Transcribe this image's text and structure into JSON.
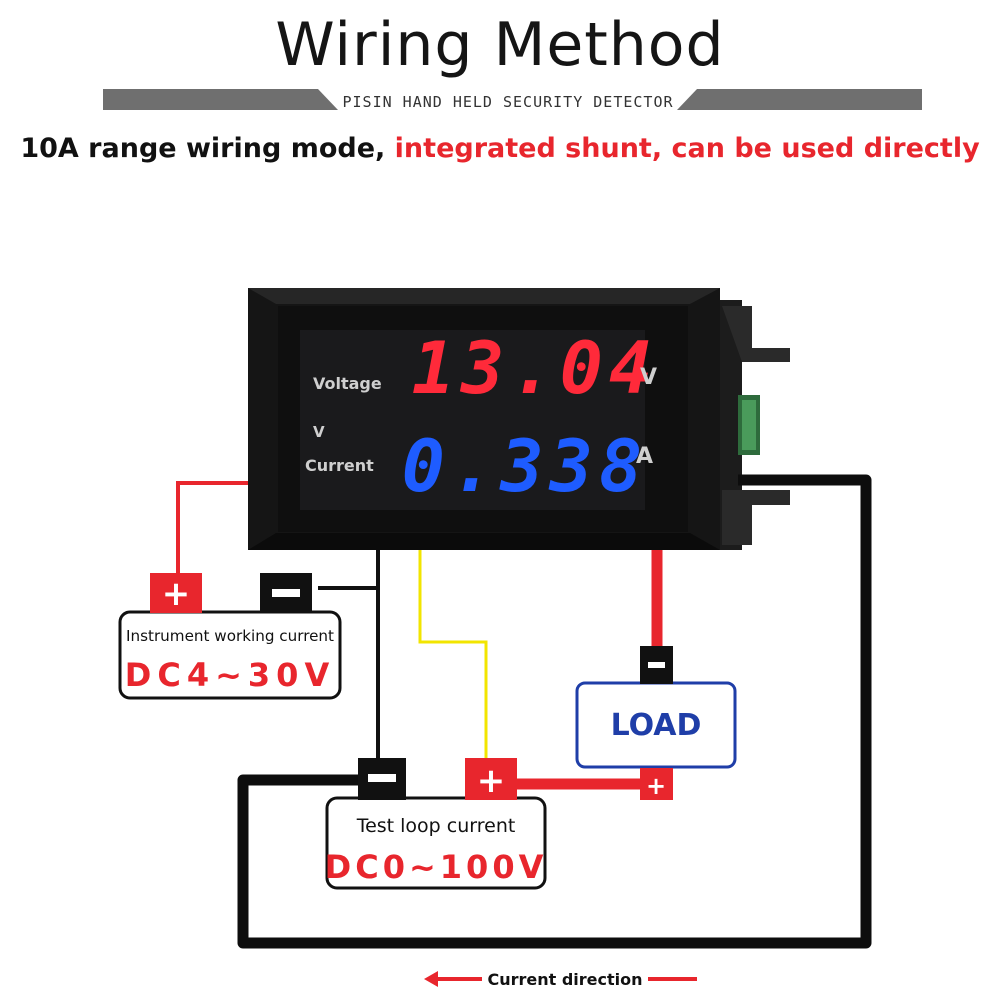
{
  "header": {
    "title": "Wiring Method",
    "brand_banner": "PISIN HAND HELD SECURITY DETECTOR",
    "subtitle_black": "10A range wiring mode,",
    "subtitle_red": " integrated shunt, can be used directly"
  },
  "meter": {
    "voltage_reading": "13.04",
    "current_reading": "0.338",
    "voltage_label": "Voltage",
    "v_label": "V",
    "current_label": "Current",
    "voltage_unit": "V",
    "current_unit": "A"
  },
  "instrument_supply": {
    "plus": "+",
    "minus": "−",
    "label": "Instrument working current",
    "range": "DC4~30V"
  },
  "load": {
    "label": "LOAD",
    "minus": "−",
    "plus": "+"
  },
  "test_loop": {
    "plus": "+",
    "minus": "−",
    "label": "Test loop current",
    "range": "DC0~100V"
  },
  "footer": {
    "current_direction": "Current direction"
  },
  "colors": {
    "red_wire": "#e8262d",
    "black_wire": "#111111",
    "yellow_wire": "#f2e500",
    "voltage_digits": "#ff2a3a",
    "current_digits": "#1e5cff",
    "load_text": "#1f3ea8"
  }
}
